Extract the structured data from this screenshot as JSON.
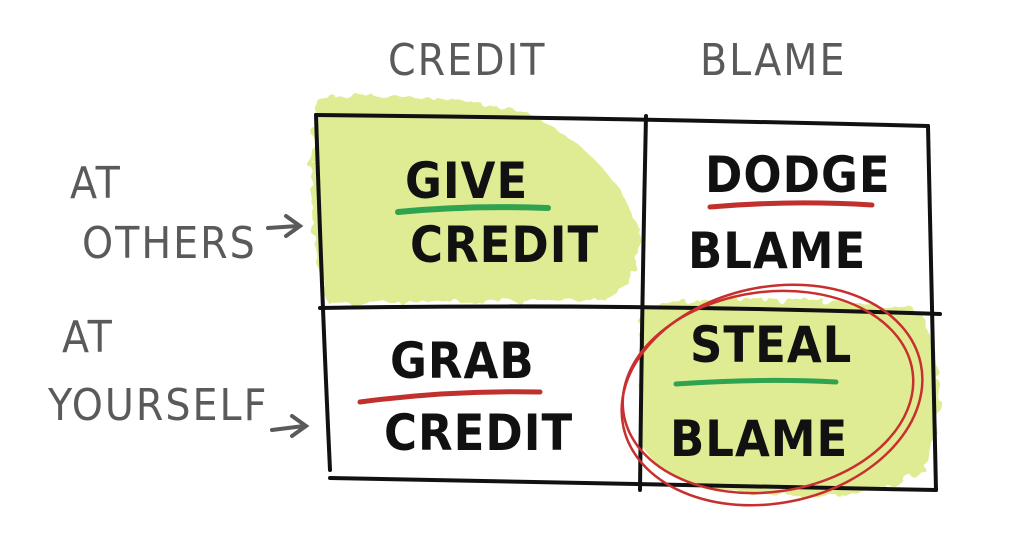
{
  "columns": [
    "CREDIT",
    "BLAME"
  ],
  "rows": [
    {
      "line1": "AT",
      "line2": "OTHERS"
    },
    {
      "line1": "AT",
      "line2": "YOURSELF"
    }
  ],
  "cells": {
    "give_credit": {
      "word": "GIVE",
      "object": "CREDIT"
    },
    "dodge_blame": {
      "word": "DODGE",
      "object": "BLAME"
    },
    "grab_credit": {
      "word": "GRAB",
      "object": "CREDIT"
    },
    "steal_blame": {
      "word": "STEAL",
      "object": "BLAME"
    }
  },
  "colors": {
    "highlight_green": "#c6de3a",
    "underline_good": "#2fa34f",
    "underline_bad": "#c0302c",
    "circle": "#c7302e",
    "grid": "#111111",
    "label_gray": "#5a5a5a"
  }
}
